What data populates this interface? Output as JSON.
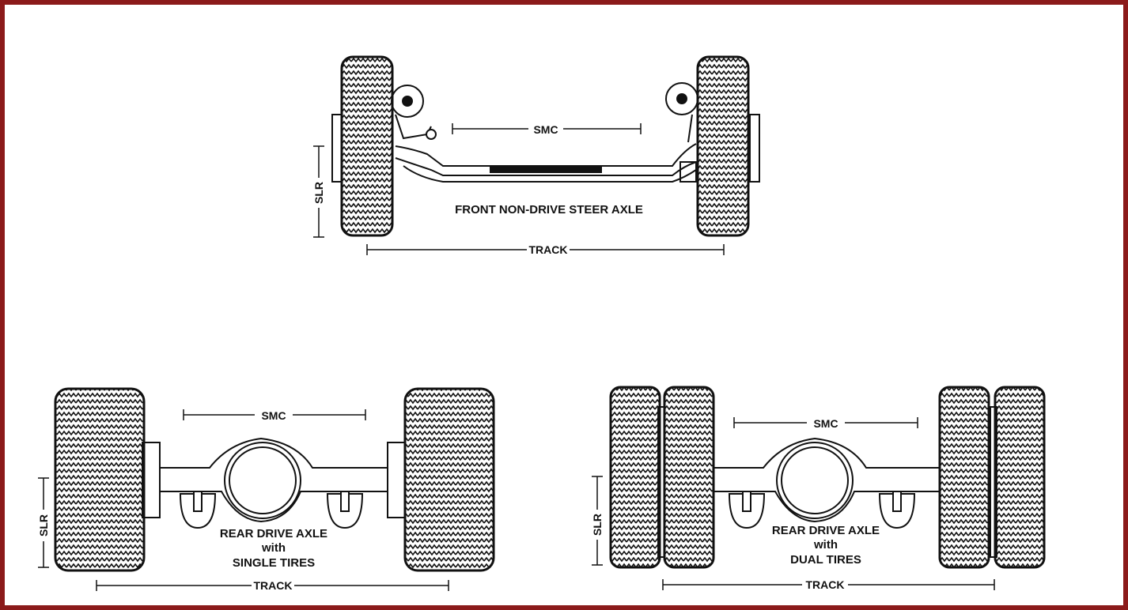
{
  "colors": {
    "border": "#8b1a1a",
    "ink": "#111111",
    "background": "#ffffff"
  },
  "dimension_labels": {
    "smc": "SMC",
    "track": "TRACK",
    "slr": "SLR"
  },
  "front_axle": {
    "caption": "FRONT NON-DRIVE STEER AXLE"
  },
  "rear_single": {
    "caption_line1": "REAR DRIVE AXLE",
    "caption_line2": "with",
    "caption_line3": "SINGLE TIRES"
  },
  "rear_dual": {
    "caption_line1": "REAR DRIVE AXLE",
    "caption_line2": "with",
    "caption_line3": "DUAL TIRES"
  }
}
